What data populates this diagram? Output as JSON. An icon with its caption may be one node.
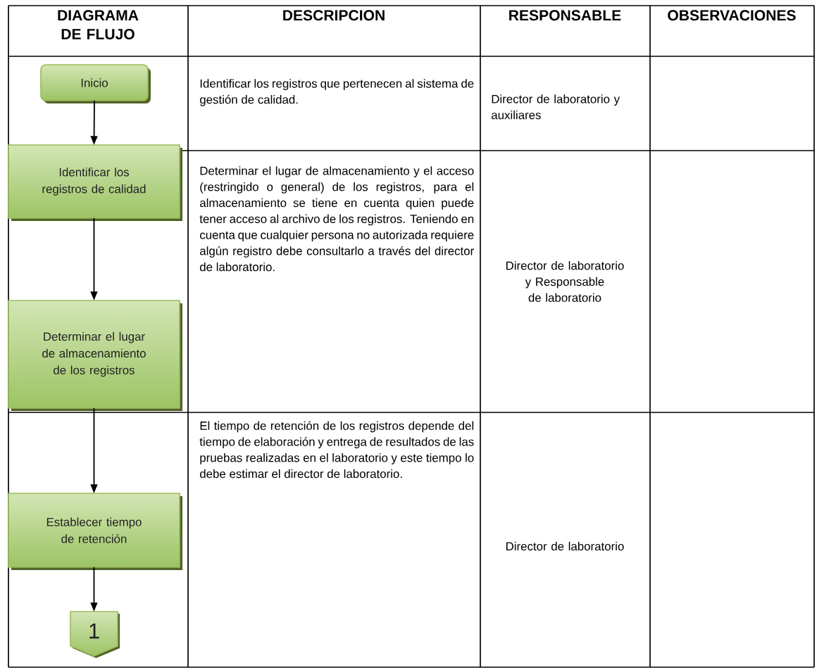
{
  "diagram": {
    "nodes": [
      {
        "text": [
          "Inicio"
        ]
      },
      {
        "text": [
          "Identificar los registros de calidad"
        ]
      },
      {
        "text": [
          "Determinar el lugar de almacenamiento de los registros"
        ]
      },
      {
        "text": [
          "Establecer tiempo de retención"
        ]
      },
      {
        "text": [
          "1"
        ]
      }
    ],
    "edges": [
      {
        "from": 0,
        "to": 1,
        "arrow": "to"
      },
      {
        "from": 1,
        "to": 2,
        "arrow": "to"
      },
      {
        "from": 2,
        "to": 3,
        "arrow": "to"
      },
      {
        "from": 3,
        "to": 4,
        "arrow": "to"
      }
    ],
    "labels": [
      "DIAGRAMA DE FLUJO",
      "DESCRIPCION",
      "RESPONSABLE",
      "OBSERVACIONES",
      "Identificar los registros que pertenecen al sistema de gestión de calidad.",
      "Director de laboratorio y auxiliares",
      "Determinar el lugar de almacenamiento y el acceso (restringido o general) de los registros, para el almacenamiento se tiene en cuenta quien puede tener acceso al archivo de los registros. Teniendo en cuenta que cualquier persona no autorizada requiere algún registro debe consultarlo a través del director de laboratorio.",
      "Director de laboratorio y Responsable de laboratorio",
      "El tiempo de retención de los registros depende del tiempo de elaboración y entrega de resultados de las pruebas realizadas en el laboratorio y este tiempo lo debe estimar el director de laboratorio.",
      "Director de laboratorio"
    ]
  }
}
